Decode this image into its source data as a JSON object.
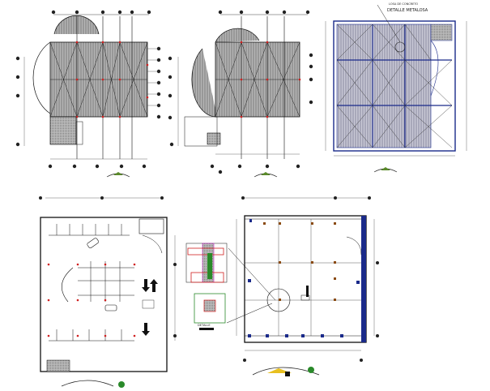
{
  "drawing": {
    "annotation_top": "DETALLE METALOSA",
    "annotation_small": "LOSA DE CONCRETO",
    "detail_tag": "DETALLE"
  },
  "colors": {
    "line": "#111111",
    "hatch": "#9a9a9a",
    "dim": "#444444",
    "red": "#d02020",
    "blue": "#1a2a8a",
    "green": "#2a8a2a",
    "yellow": "#e8c020",
    "magenta": "#c020c0"
  }
}
